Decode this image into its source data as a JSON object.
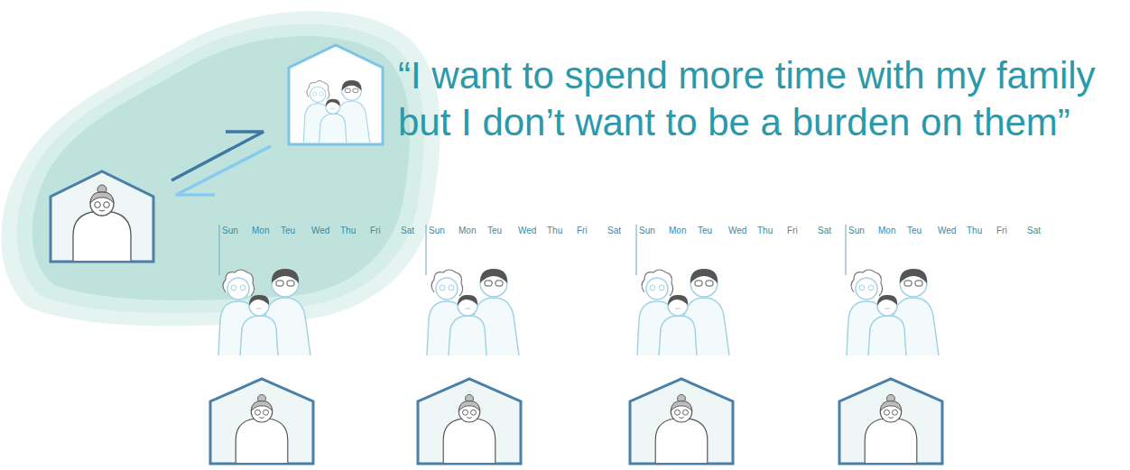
{
  "diagram": {
    "labels": [
      "“I want to spend more time with my family but I don’t want to be a burden on them”",
      "Sun",
      "Mon",
      "Teu",
      "Wed",
      "Thu",
      "Fri",
      "Sat",
      "Sun",
      "Mon",
      "Teu",
      "Wed",
      "Thu",
      "Fri",
      "Sat",
      "Sun",
      "Mon",
      "Teu",
      "Wed",
      "Thu",
      "Fri",
      "Sat",
      "Sun",
      "Mon",
      "Teu",
      "Wed",
      "Thu",
      "Fri",
      "Sat"
    ]
  }
}
